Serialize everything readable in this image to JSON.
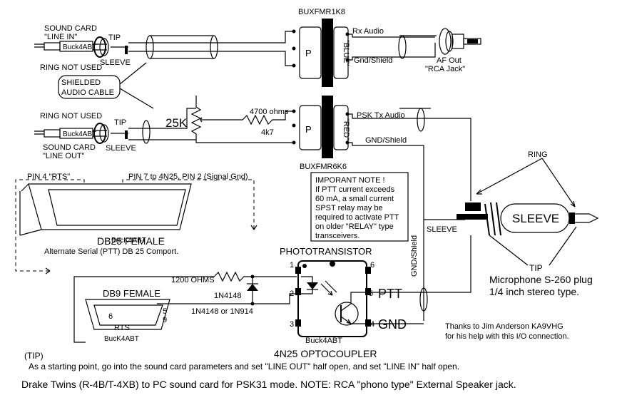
{
  "labels": {
    "buxf1": "BUXFMR1K8",
    "buxf2": "BUXFMR6K6",
    "sc_line_in_1": "SOUND CARD",
    "sc_line_in_2": "\"LINE IN\"",
    "tip": "TIP",
    "sleeve": "SLEEVE",
    "ring_not_used": "RING NOT USED",
    "shielded_1": "SHIELDED",
    "shielded_2": "AUDIO CABLE",
    "sc_line_out_1": "SOUND CARD",
    "sc_line_out_2": "\"LINE OUT\"",
    "pot": "25K",
    "r4700": "4700 ohms",
    "r4k7": "4k7",
    "p": "P",
    "blue": "\"BLUE\"",
    "red": "\"RED\"",
    "rx_audio": "Rx Audio",
    "gnd_shield_1": "Gnd/Shield",
    "af_out_1": "AF Out",
    "af_out_2": "\"RCA Jack\"",
    "psk_tx": "PSK Tx Audio",
    "gnd_shield_2": "GND/Shield",
    "gnd_shield_vert": "GND/Shield",
    "note": [
      "IMPORANT NOTE !",
      "If PTT current exceeds",
      "60 mA, a small current",
      "SPST relay may be",
      "required to activate PTT",
      "on older \"RELAY\" type",
      "transceivers."
    ],
    "ring": "RING",
    "sleeve_plug": "SLEEVE",
    "sleeve_small": "SLEEVE",
    "tip_plug": "TIP",
    "mic_1": "Microphone S-260 plug",
    "mic_2": "1/4 inch stereo type.",
    "pin4": "PIN 4  \"RTS\"",
    "pin7": "PIN 7  to 4N25, PIN 2 (Signal Gnd)",
    "db25": "DB25 FEMALE",
    "db25_sub": "Alternate Serial (PTT) DB 25 Comport.",
    "phototransistor": "PHOTOTRANSISTOR",
    "r1200": "1200 OHMS",
    "d1": "1N4148",
    "d2": "1N4148 or 1N914",
    "db9": "DB9 FEMALE",
    "rts": "RTS",
    "pin5": "5",
    "pin9": "9",
    "pin6": "6",
    "ptt": "PTT",
    "gnd": "GND",
    "opto": "4N25  OPTOCOUPLER",
    "buck": "Buck4ABT",
    "buck_small": "BucK4ABT",
    "pinnum": [
      "1",
      "2",
      "3",
      "6",
      "5",
      "4"
    ],
    "thanks_1": "Thanks to Jim Anderson KA9VHG",
    "thanks_2": "for his help with this I/O connection.",
    "tip_note_1": "(TIP)",
    "tip_note_2": "As a starting point, go into the sound card parameters and set \"LINE OUT\" half open, and set \"LINE IN\" half open.",
    "caption": "Drake Twins (R-4B/T-4XB) to PC sound card for PSK31 mode.  NOTE: RCA \"phono type\" External Speaker jack."
  }
}
